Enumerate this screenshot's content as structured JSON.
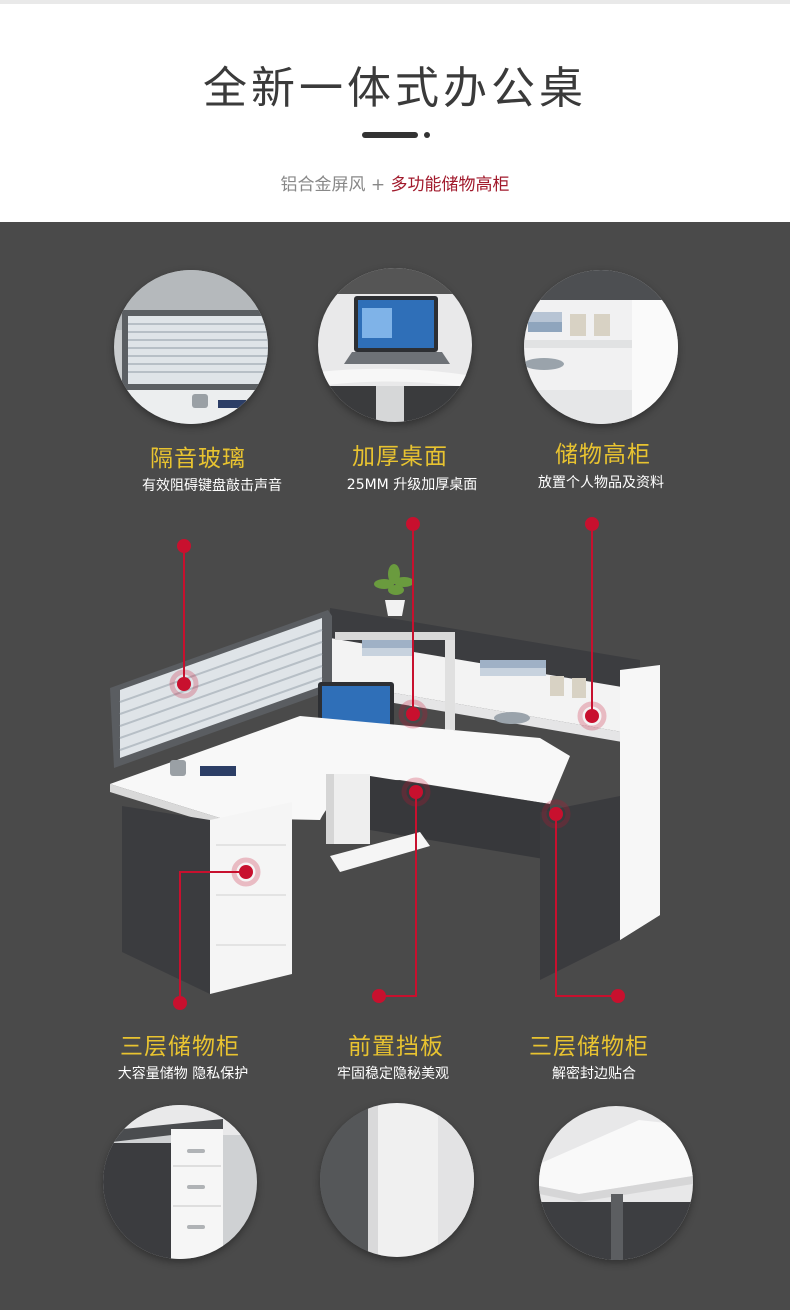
{
  "header": {
    "title": "全新一体式办公桌",
    "subtitle_left": "铝合金屏风 + ",
    "subtitle_accent": "多功能储物高柜"
  },
  "colors": {
    "background_dark": "#4a4a4a",
    "feature_title": "#e8c330",
    "accent_red": "#a11a2c",
    "marker_red": "#c8102e"
  },
  "features_top": [
    {
      "title": "隔音玻璃",
      "desc": "有效阻碍键盘敲击声音"
    },
    {
      "title": "加厚桌面",
      "desc": "25MM 升级加厚桌面"
    },
    {
      "title": "储物高柜",
      "desc": "放置个人物品及资料"
    }
  ],
  "features_bottom": [
    {
      "title": "三层储物柜",
      "desc": "大容量储物 隐私保护"
    },
    {
      "title": "前置挡板",
      "desc": "牢固稳定隐秘美观"
    },
    {
      "title": "三层储物柜",
      "desc": "解密封边贴合"
    }
  ],
  "icons": {
    "marker": "red-dot-marker-icon",
    "title_dash": "dash-decoration-icon"
  }
}
